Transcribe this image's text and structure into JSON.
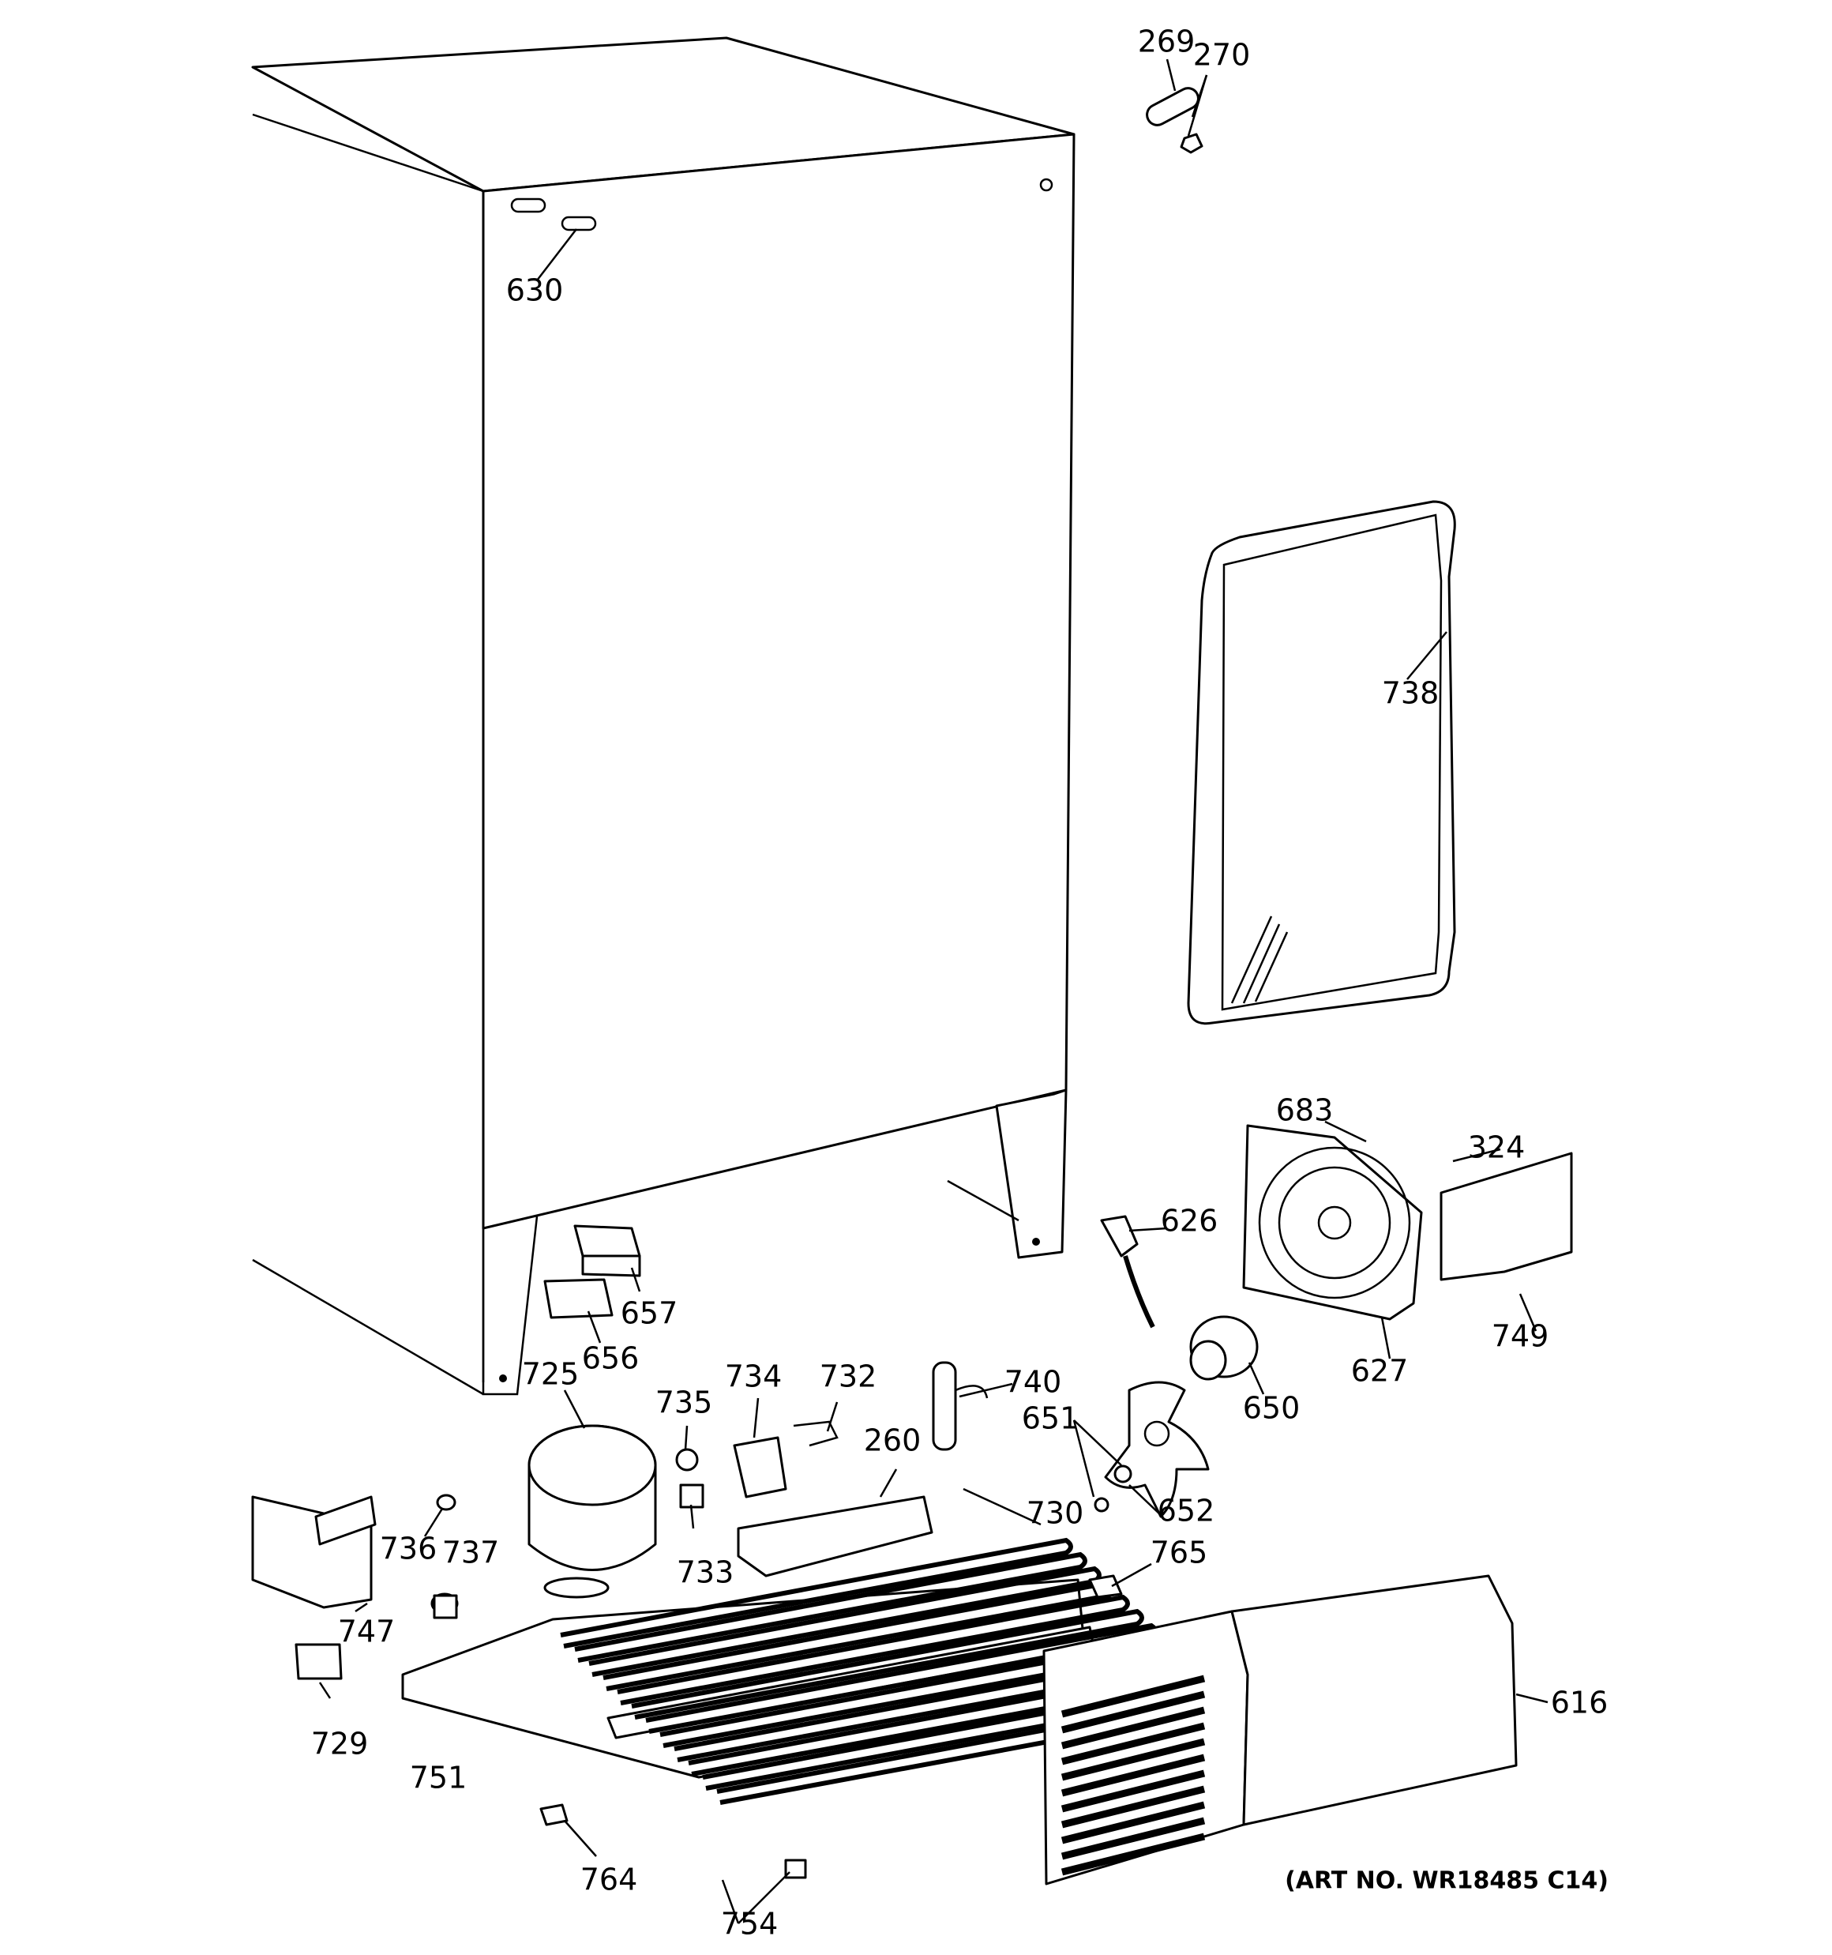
{
  "parts": [
    {
      "label": "269"
    },
    {
      "label": "270"
    },
    {
      "label": "630"
    },
    {
      "label": "738"
    },
    {
      "label": "683"
    },
    {
      "label": "324"
    },
    {
      "label": "626"
    },
    {
      "label": "657"
    },
    {
      "label": "656"
    },
    {
      "label": "627"
    },
    {
      "label": "749"
    },
    {
      "label": "650"
    },
    {
      "label": "725"
    },
    {
      "label": "734"
    },
    {
      "label": "732"
    },
    {
      "label": "740"
    },
    {
      "label": "735"
    },
    {
      "label": "651"
    },
    {
      "label": "260"
    },
    {
      "label": "652"
    },
    {
      "label": "730"
    },
    {
      "label": "736"
    },
    {
      "label": "737"
    },
    {
      "label": "733"
    },
    {
      "label": "765"
    },
    {
      "label": "747"
    },
    {
      "label": "616"
    },
    {
      "label": "729"
    },
    {
      "label": "751"
    },
    {
      "label": "764"
    },
    {
      "label": "754"
    }
  ],
  "art_number": "(ART NO. WR18485 C14)"
}
